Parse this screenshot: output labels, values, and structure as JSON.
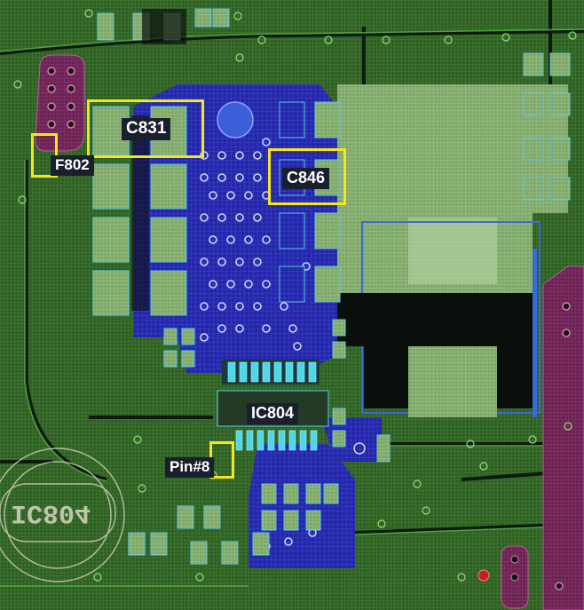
{
  "labels": {
    "c831": "C831",
    "f802": "F802",
    "c846": "C846",
    "ic804": "IC804",
    "pin8": "Pin#8",
    "silk_ic": "IC804"
  },
  "colors": {
    "board": "#0d1a0d",
    "copper_green": "#3d7a2a",
    "plane_blue": "#2b2fb0",
    "pad_cyan": "#4fd6e8",
    "highlight": "#f5e61a",
    "label_bg": "#1a1f2e",
    "magenta_zone": "#8a2a6a"
  }
}
